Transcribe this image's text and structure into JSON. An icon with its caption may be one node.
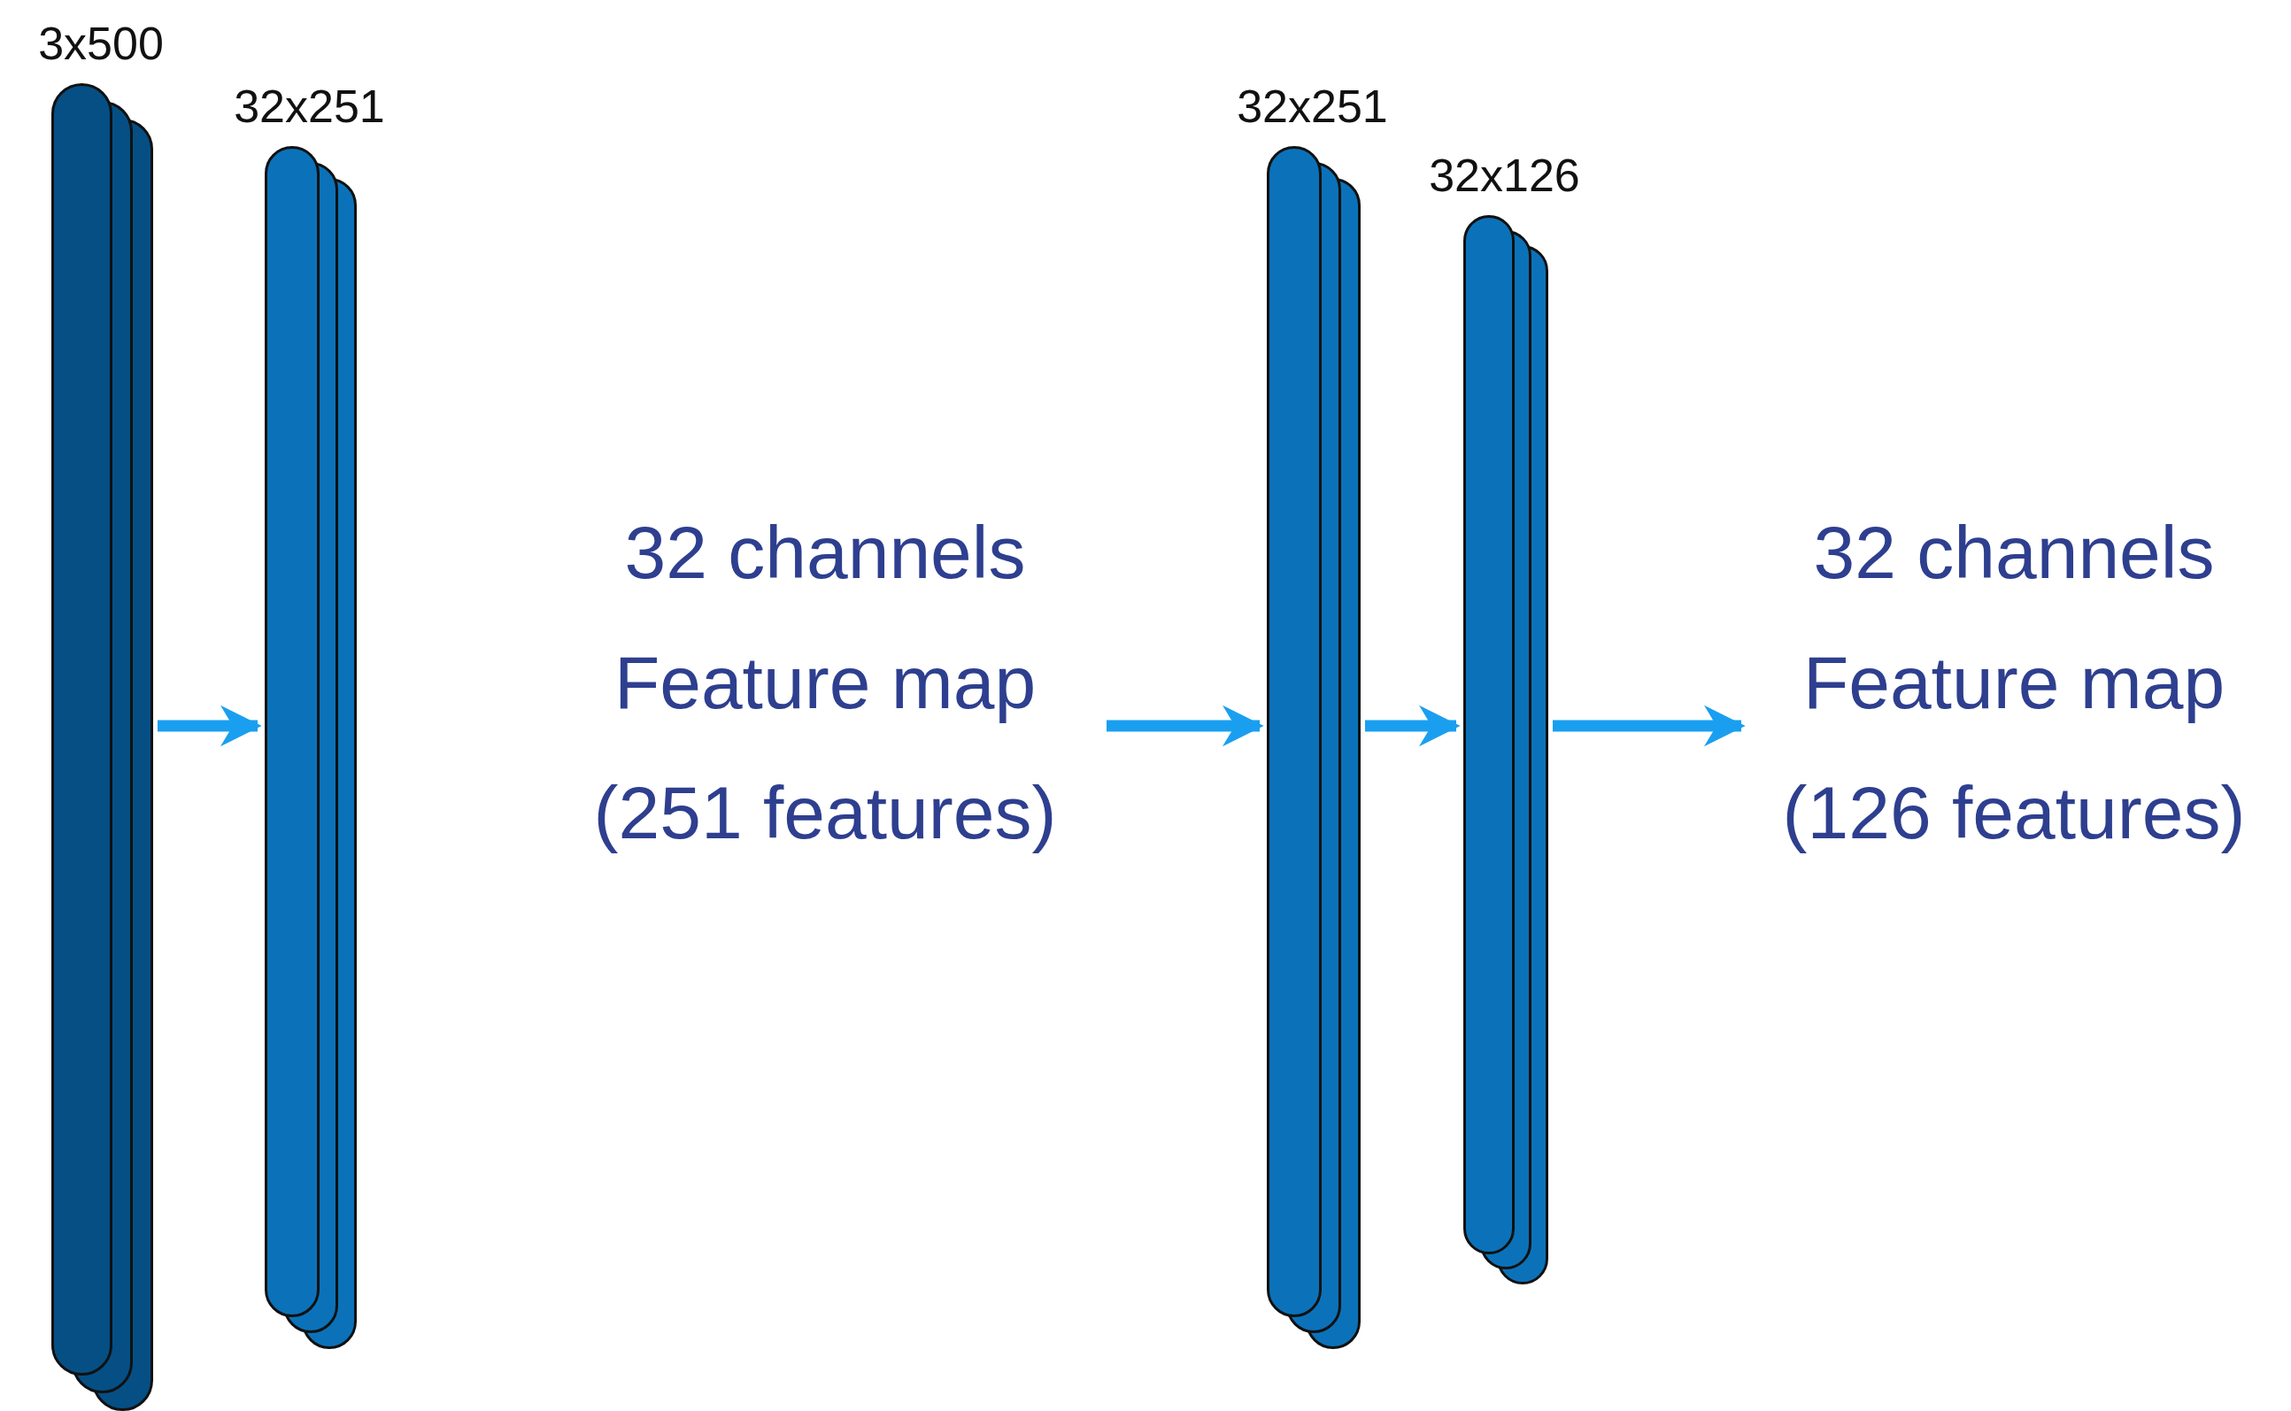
{
  "diagram": {
    "nodes": [
      {
        "text": [
          "3x500"
        ]
      },
      {
        "text": [
          "32x251"
        ]
      },
      {
        "text": [
          "32 channels Feature map (251 features)"
        ]
      },
      {
        "text": [
          "32x251"
        ]
      },
      {
        "text": [
          "32x126"
        ]
      },
      {
        "text": [
          "32 channels Feature map (126 features)"
        ]
      }
    ],
    "edges": [
      {
        "from": 0,
        "to": 1,
        "arrow": "to"
      },
      {
        "from": 2,
        "to": 3,
        "arrow": "to"
      },
      {
        "from": 3,
        "to": 4,
        "arrow": "to"
      },
      {
        "from": 4,
        "to": 5,
        "arrow": "to"
      }
    ]
  }
}
